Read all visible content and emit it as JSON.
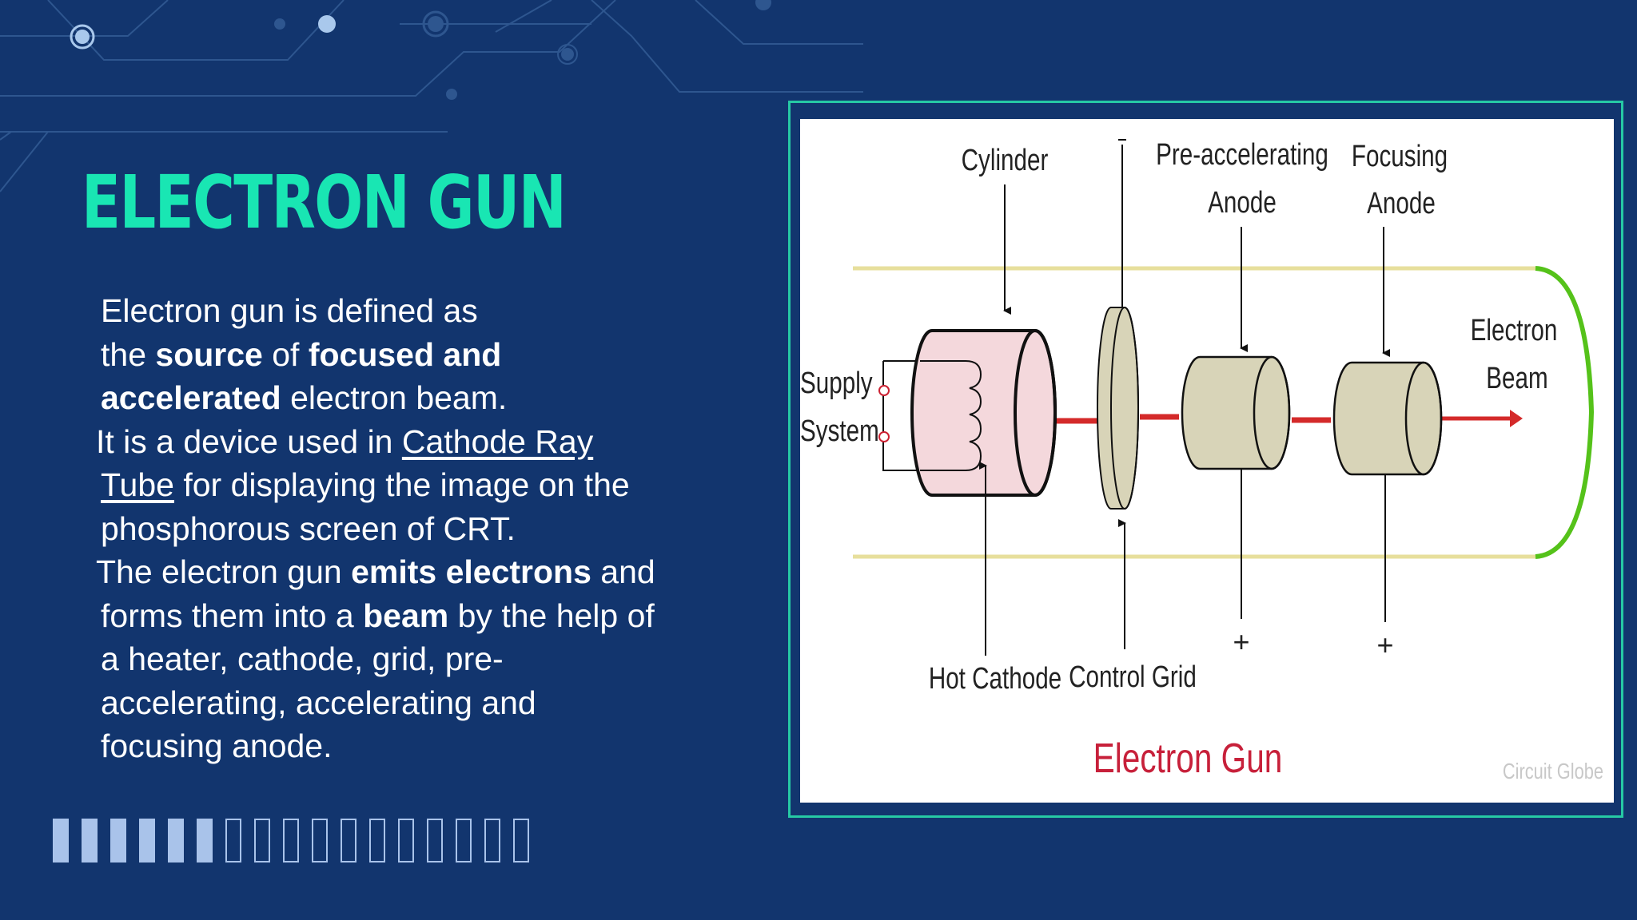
{
  "slide": {
    "title": "ELECTRON GUN",
    "paragraphs": [
      [
        {
          "t": " Electron gun is defined as",
          "s": "n"
        },
        {
          "br": true
        },
        {
          "t": "the ",
          "s": "n"
        },
        {
          "t": "source",
          "s": "b"
        },
        {
          "t": " of ",
          "s": "n"
        },
        {
          "t": "focused and",
          "s": "b"
        },
        {
          "br": true
        },
        {
          "t": "accelerated",
          "s": "b"
        },
        {
          "t": " electron beam.",
          "s": "n"
        }
      ],
      [
        {
          "t": "It is a device used in ",
          "s": "n"
        },
        {
          "t": "Cathode Ray",
          "s": "u"
        },
        {
          "br": true
        },
        {
          "t": "Tube",
          "s": "u"
        },
        {
          "t": " for displaying the image on the",
          "s": "n"
        },
        {
          "br": true
        },
        {
          "t": "phosphorous screen of CRT.",
          "s": "n"
        }
      ],
      [
        {
          "t": "The electron gun ",
          "s": "n"
        },
        {
          "t": "emits electrons",
          "s": "b"
        },
        {
          "t": " and",
          "s": "n"
        },
        {
          "br": true
        },
        {
          "t": "forms them into a ",
          "s": "n"
        },
        {
          "t": "beam",
          "s": "b"
        },
        {
          "t": " by the help of",
          "s": "n"
        },
        {
          "br": true
        },
        {
          "t": "a heater, cathode, grid, pre-",
          "s": "n"
        },
        {
          "br": true
        },
        {
          "t": "accelerating, accelerating and",
          "s": "n"
        },
        {
          "br": true
        },
        {
          "t": "focusing anode.",
          "s": "n"
        }
      ]
    ],
    "progress": {
      "filled": 6,
      "total": 17
    }
  },
  "diagram": {
    "labels": {
      "cylinder": "Cylinder",
      "minus": "-",
      "pre_accel_line1": "Pre-accelerating",
      "pre_accel_line2": "Anode",
      "focus_line1": "Focusing",
      "focus_line2": "Anode",
      "electron_line1": "Electron",
      "electron_line2": "Beam",
      "supply_line1": "Supply",
      "supply_line2": "System",
      "hot_cathode": "Hot Cathode",
      "control_grid": "Control Grid",
      "plus_1": "+",
      "plus_2": "+",
      "caption": "Electron Gun",
      "watermark": "Circuit Globe"
    },
    "colors": {
      "accent": "#19e6b3",
      "background": "#12356e",
      "frame": "#26c9a4",
      "beam": "#d42a2a",
      "caption": "#c7203a",
      "screen": "#55c21a",
      "tube": "#e7df9c",
      "cathode_fill": "#f4d8dc",
      "anode_fill": "#d8d4b8"
    }
  }
}
